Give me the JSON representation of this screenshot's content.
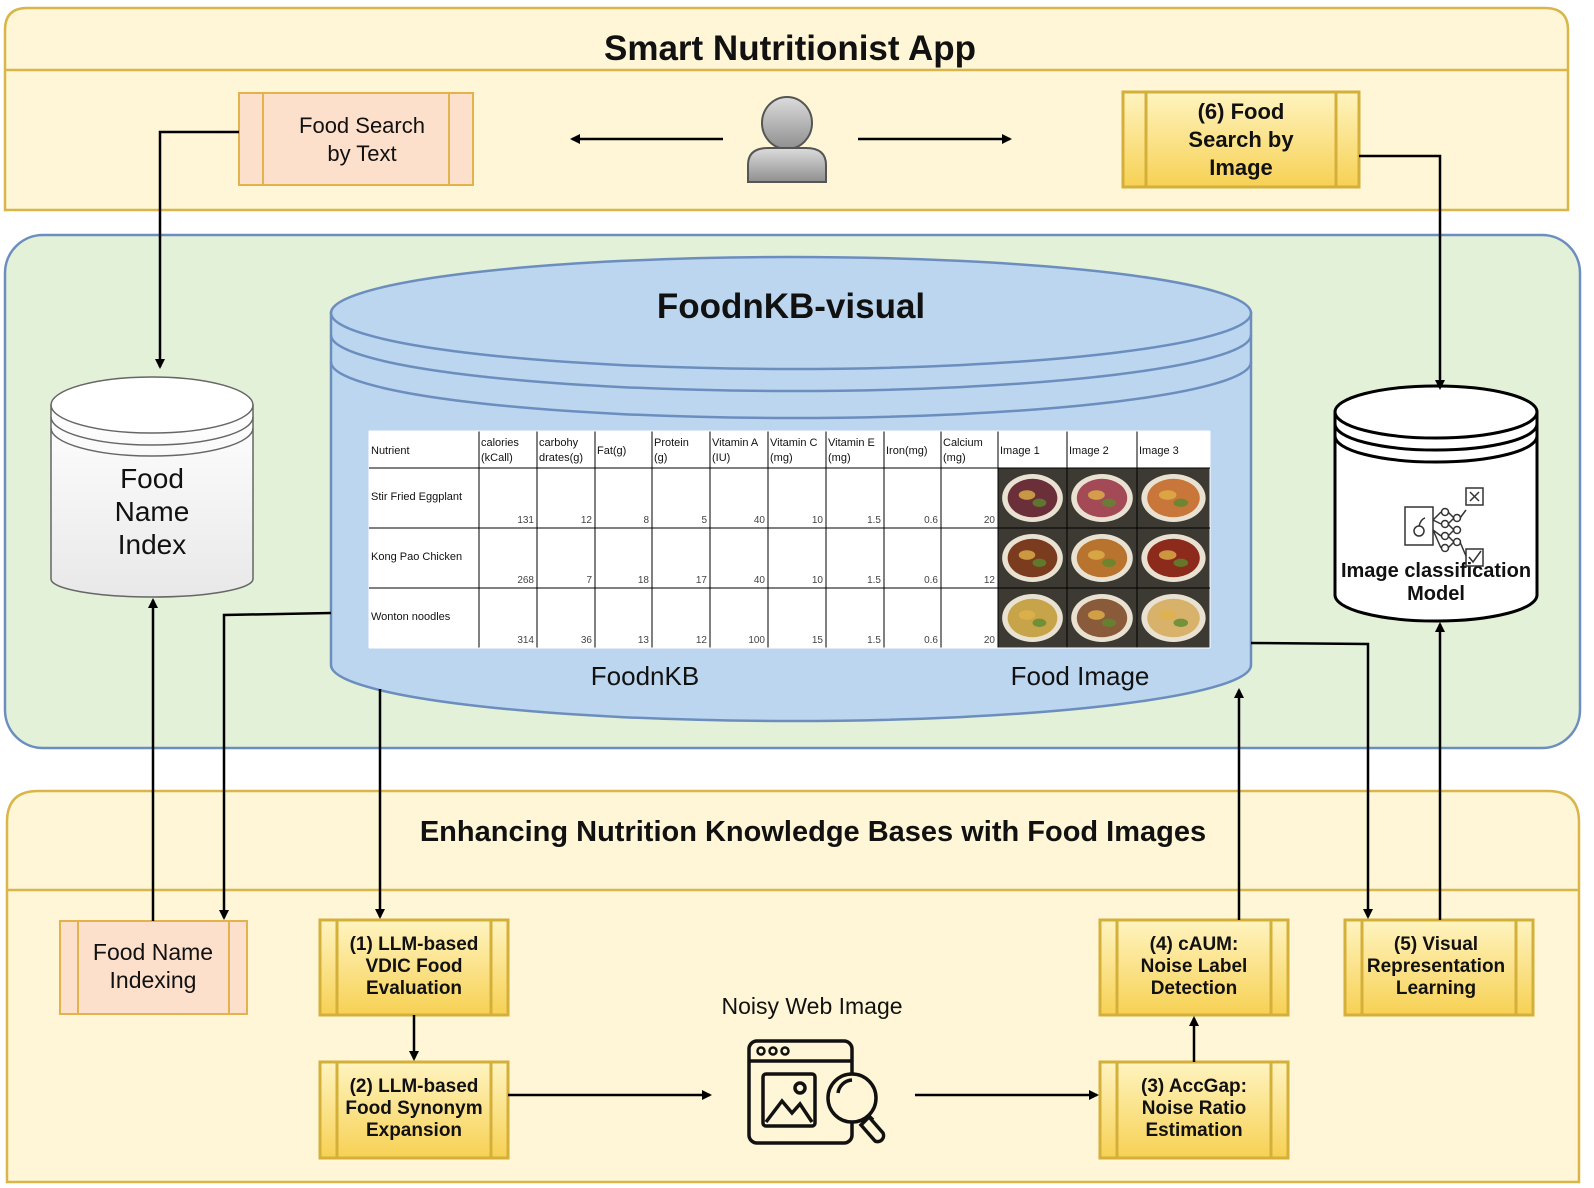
{
  "app": {
    "title": "Smart Nutritionist App"
  },
  "text_search": {
    "label_line1": "Food Search",
    "label_line2": "by Text"
  },
  "image_search": {
    "line1": "(6) Food",
    "line2": "Search by",
    "line3": "Image"
  },
  "kb": {
    "title": "FoodnKB-visual",
    "foodnkb_label": "FoodnKB",
    "food_image_label": "Food Image",
    "table": {
      "headers": [
        [
          "Nutrient"
        ],
        [
          "calories",
          "(kCall)"
        ],
        [
          "carbohy",
          "drates(g)"
        ],
        [
          "Fat(g)"
        ],
        [
          "Protein",
          "(g)"
        ],
        [
          "Vitamin A",
          "(IU)"
        ],
        [
          "Vitamin C",
          "(mg)"
        ],
        [
          "Vitamin E",
          "(mg)"
        ],
        [
          "Iron(mg)"
        ],
        [
          "Calcium",
          "(mg)"
        ],
        [
          "Image 1"
        ],
        [
          "Image 2"
        ],
        [
          "Image 3"
        ]
      ],
      "rows": [
        {
          "name": "Stir Fried Eggplant",
          "values": [
            "131",
            "12",
            "8",
            "5",
            "40",
            "10",
            "1.5",
            "0.6",
            "20"
          ]
        },
        {
          "name": "Kong Pao Chicken",
          "values": [
            "268",
            "7",
            "18",
            "17",
            "40",
            "10",
            "1.5",
            "0.6",
            "12"
          ]
        },
        {
          "name": "Wonton noodles",
          "values": [
            "314",
            "36",
            "13",
            "12",
            "100",
            "15",
            "1.5",
            "0.6",
            "20"
          ]
        }
      ]
    }
  },
  "food_name_index": {
    "line1": "Food",
    "line2": "Name",
    "line3": "Index"
  },
  "image_model": {
    "line1": "Image classification",
    "line2": "Model"
  },
  "enhance": {
    "title": "Enhancing Nutrition Knowledge Bases with Food Images"
  },
  "food_name_indexing": {
    "line1": "Food Name",
    "line2": "Indexing"
  },
  "step1": {
    "line1": "(1) LLM-based",
    "line2": "VDIC Food",
    "line3": "Evaluation"
  },
  "step2": {
    "line1": "(2) LLM-based",
    "line2": "Food Synonym",
    "line3": "Expansion"
  },
  "step3": {
    "line1": "(3) AccGap:",
    "line2": "Noise Ratio",
    "line3": "Estimation"
  },
  "step4": {
    "line1": "(4) cAUM:",
    "line2": "Noise Label",
    "line3": "Detection"
  },
  "step5": {
    "line1": "(5) Visual",
    "line2": "Representation",
    "line3": "Learning"
  },
  "noisy": {
    "label": "Noisy Web Image"
  },
  "icons": {
    "user": "user-icon",
    "browser": "browser-image-search-icon",
    "network": "neural-network-icon"
  },
  "colors": {
    "app_bg": "#fef6d6",
    "app_border": "#d8b64a",
    "kb_bg": "#e3f1d8",
    "kb_border": "#6c8ebf",
    "cyl_fill": "#bcd6ef",
    "cyl_stroke": "#6c8ebf",
    "process_fill": "#f9dc6e",
    "peach_fill": "#fde0cc",
    "peach_stroke": "#e2b24c"
  }
}
